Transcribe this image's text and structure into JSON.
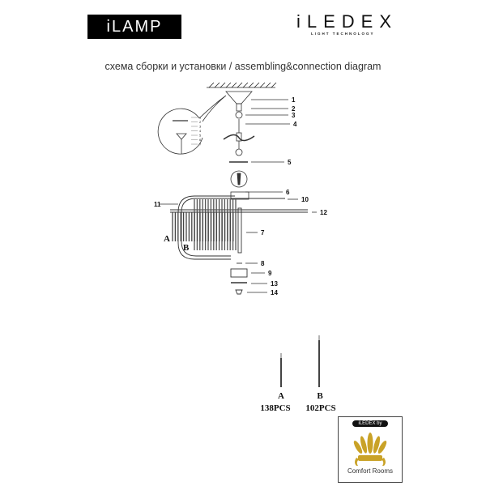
{
  "header": {
    "brand_left": "iLAMP",
    "brand_right": "iLEDEX",
    "brand_right_tagline": "LIGHT TECHNOLOGY",
    "title": "схема сборки и установки / assembling&connection diagram"
  },
  "diagram": {
    "part_labels": [
      "1",
      "2",
      "3",
      "4",
      "5",
      "6",
      "7",
      "8",
      "9",
      "10",
      "11",
      "12",
      "13",
      "14"
    ],
    "detail_labels": [
      "1",
      "2",
      "3",
      "4",
      "5",
      "6",
      "7"
    ],
    "rod_labels": [
      "A",
      "B"
    ]
  },
  "parts": [
    {
      "label": "A",
      "count": "138PCS"
    },
    {
      "label": "B",
      "count": "102PCS"
    }
  ],
  "footer_logo": {
    "badge": "iLEDEX by",
    "name": "Comfort Rooms",
    "gold": "#c9a227"
  }
}
